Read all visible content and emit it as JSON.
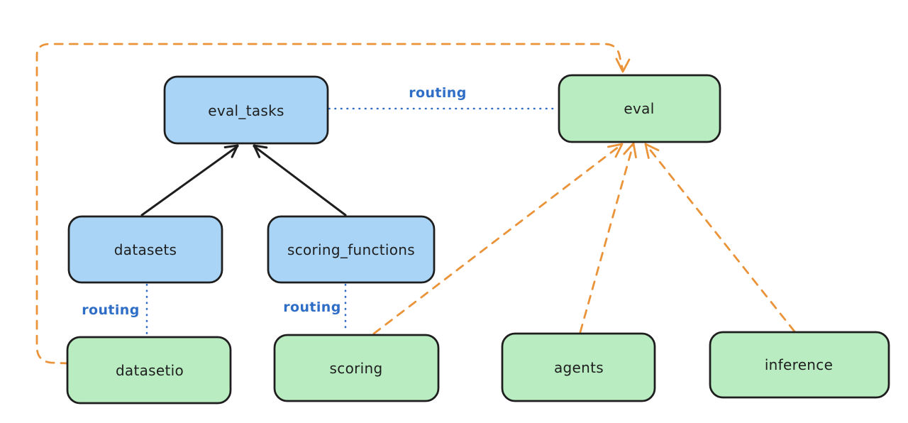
{
  "colors": {
    "canvas_bg": "#ffffff",
    "node_blue_fill": "#a9d4f5",
    "node_green_fill": "#b9ecc1",
    "node_stroke": "#1e1e1e",
    "node_text": "#1e1e1e",
    "arrow_black": "#1e1e1e",
    "arrow_orange": "#ea9339",
    "routing_blue": "#2f6ec7"
  },
  "nodes": {
    "eval_tasks": {
      "label": "eval_tasks",
      "color": "blue"
    },
    "eval": {
      "label": "eval",
      "color": "green"
    },
    "datasets": {
      "label": "datasets",
      "color": "blue"
    },
    "scoring_functions": {
      "label": "scoring_functions",
      "color": "blue"
    },
    "datasetio": {
      "label": "datasetio",
      "color": "green"
    },
    "scoring": {
      "label": "scoring",
      "color": "green"
    },
    "agents": {
      "label": "agents",
      "color": "green"
    },
    "inference": {
      "label": "inference",
      "color": "green"
    }
  },
  "edges": [
    {
      "from": "datasets",
      "to": "eval_tasks",
      "style": "solid-black-arrow",
      "label": ""
    },
    {
      "from": "scoring_functions",
      "to": "eval_tasks",
      "style": "solid-black-arrow",
      "label": ""
    },
    {
      "from": "eval_tasks",
      "to": "eval",
      "style": "dotted-blue",
      "label": "routing"
    },
    {
      "from": "datasets",
      "to": "datasetio",
      "style": "dotted-blue",
      "label": "routing"
    },
    {
      "from": "scoring_functions",
      "to": "scoring",
      "style": "dotted-blue",
      "label": "routing"
    },
    {
      "from": "datasetio",
      "to": "eval",
      "style": "dashed-orange-arrow",
      "label": ""
    },
    {
      "from": "scoring",
      "to": "eval",
      "style": "dashed-orange-arrow",
      "label": ""
    },
    {
      "from": "agents",
      "to": "eval",
      "style": "dashed-orange-arrow",
      "label": ""
    },
    {
      "from": "inference",
      "to": "eval",
      "style": "dashed-orange-arrow",
      "label": ""
    }
  ]
}
